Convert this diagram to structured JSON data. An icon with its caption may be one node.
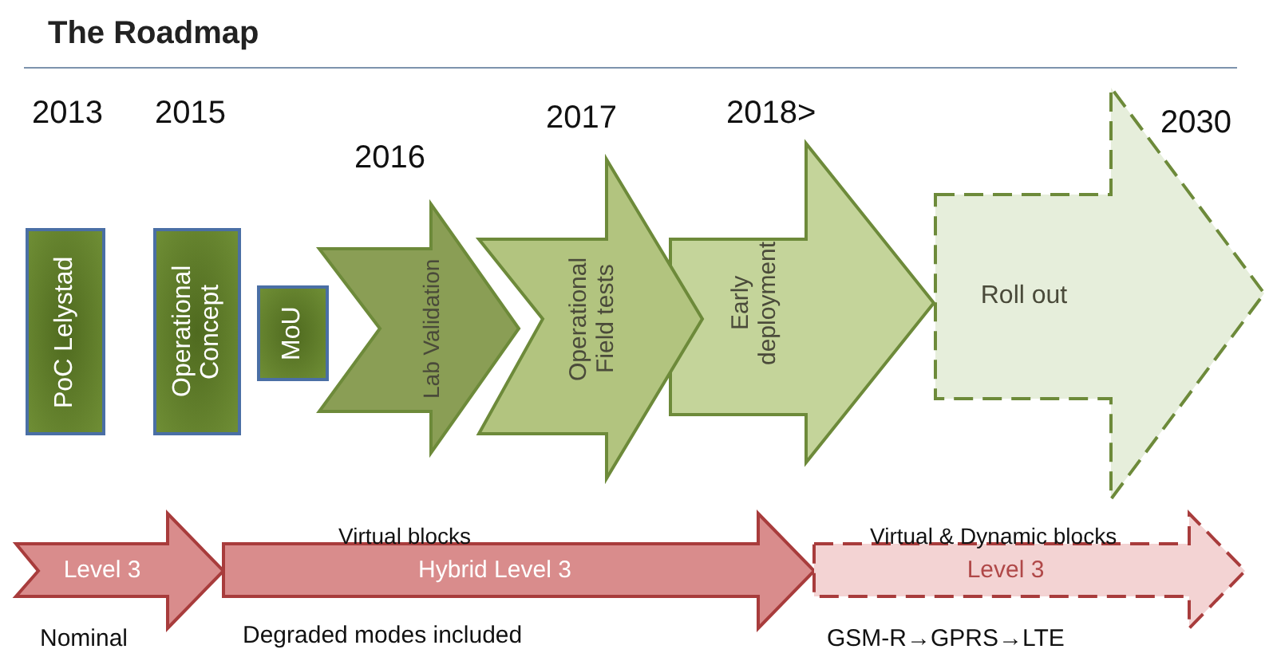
{
  "diagram": {
    "title": "The Roadmap",
    "nodes": [
      {
        "text": [
          "PoC Lelystad"
        ]
      },
      {
        "text": [
          "Operational Concept"
        ]
      },
      {
        "text": [
          "MoU"
        ]
      },
      {
        "text": [
          "Lab Validation"
        ]
      },
      {
        "text": [
          "Operational Field tests"
        ]
      },
      {
        "text": [
          "Early deployment"
        ]
      },
      {
        "text": [
          "Roll out"
        ]
      },
      {
        "text": [
          "Level 3"
        ]
      },
      {
        "text": [
          "Hybrid Level 3"
        ]
      },
      {
        "text": [
          "Level 3"
        ]
      }
    ],
    "labels": [
      "2013",
      "2015",
      "2016",
      "2017",
      "2018>",
      "2030",
      "Virtual blocks",
      "Virtual & Dynamic blocks",
      "Nominal",
      "Degraded modes included",
      "GSM-R→GPRS→LTE"
    ]
  }
}
